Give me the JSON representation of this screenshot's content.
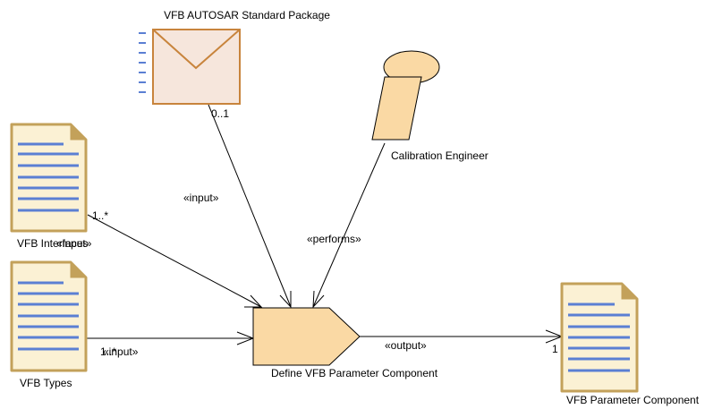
{
  "colors": {
    "artifact_fill": "#fbf1d4",
    "artifact_border": "#c3a15a",
    "artifact_lines": "#5b7fd3",
    "package_fill": "#f6e6dc",
    "package_border": "#c8843c",
    "package_dashes": "#5b7fd3",
    "role_fill": "#fad9a4",
    "task_fill": "#fad9a4",
    "line": "#000000"
  },
  "nodes": {
    "package": {
      "label": "VFB AUTOSAR Standard Package",
      "icon": "envelope-icon"
    },
    "role": {
      "label": "Calibration Engineer",
      "icon": "role-icon"
    },
    "interfaces": {
      "label": "VFB Interfaces",
      "icon": "document-icon"
    },
    "types": {
      "label": "VFB Types",
      "icon": "document-icon"
    },
    "task": {
      "label": "Define VFB Parameter Component",
      "icon": "task-icon"
    },
    "output": {
      "label": "VFB Parameter Component",
      "icon": "document-icon"
    }
  },
  "edges": {
    "package_to_task": {
      "stereotype": "«input»",
      "multiplicity": "0..1"
    },
    "interfaces_to_task": {
      "stereotype": "«input»",
      "multiplicity": "1..*"
    },
    "types_to_task": {
      "stereotype": "«input»",
      "multiplicity": "1..*"
    },
    "role_to_task": {
      "stereotype": "«performs»"
    },
    "task_to_output": {
      "stereotype": "«output»",
      "multiplicity": "1"
    }
  }
}
